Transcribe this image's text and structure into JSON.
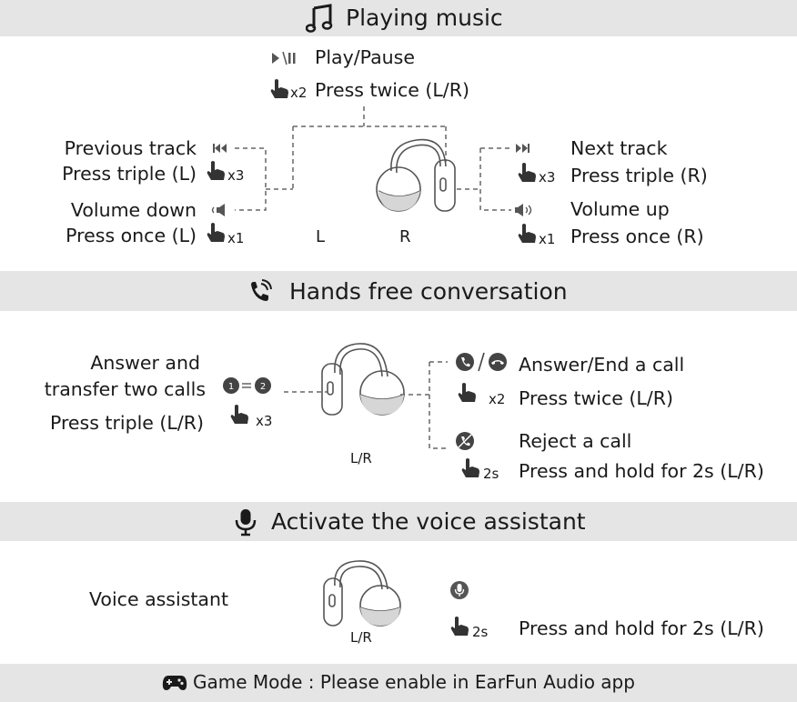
{
  "sections": {
    "music": {
      "title": "Playing music",
      "icon": "music-note-icon"
    },
    "calls": {
      "title": "Hands free conversation",
      "icon": "phone-icon"
    },
    "voice": {
      "title": "Activate the voice assistant",
      "icon": "microphone-icon"
    },
    "game": {
      "title": "Game Mode : Please enable in EarFun Audio app",
      "icon": "gamepad-icon"
    }
  },
  "music": {
    "play_pause": {
      "label": "Play/Pause",
      "action": "Press twice (L/R)",
      "count": "x2",
      "icon": "play-pause-icon"
    },
    "previous": {
      "label": "Previous track",
      "action": "Press triple (L)",
      "count": "x3",
      "icon": "previous-track-icon"
    },
    "volume_down": {
      "label": "Volume down",
      "action": "Press once (L)",
      "count": "x1",
      "icon": "volume-down-icon"
    },
    "next": {
      "label": "Next track",
      "action": "Press triple (R)",
      "count": "x3",
      "icon": "next-track-icon"
    },
    "volume_up": {
      "label": "Volume up",
      "action": "Press once (R)",
      "count": "x1",
      "icon": "volume-up-icon"
    },
    "left_label": "L",
    "right_label": "R"
  },
  "calls": {
    "transfer_line1": "Answer and",
    "transfer_line2": "transfer two calls",
    "transfer_action": "Press triple (L/R)",
    "transfer_count": "x3",
    "answer_label": "Answer/End a call",
    "answer_action": "Press twice (L/R)",
    "answer_count": "x2",
    "reject_label": "Reject a call",
    "reject_action": "Press and hold for 2s (L/R)",
    "reject_count": "2s",
    "side_label": "L/R"
  },
  "voice": {
    "label": "Voice assistant",
    "action": "Press and hold for 2s (L/R)",
    "count": "2s",
    "side_label": "L/R"
  },
  "colors": {
    "bar": "#e5e5e5",
    "text": "#1a1a1a",
    "icon": "#333333"
  }
}
